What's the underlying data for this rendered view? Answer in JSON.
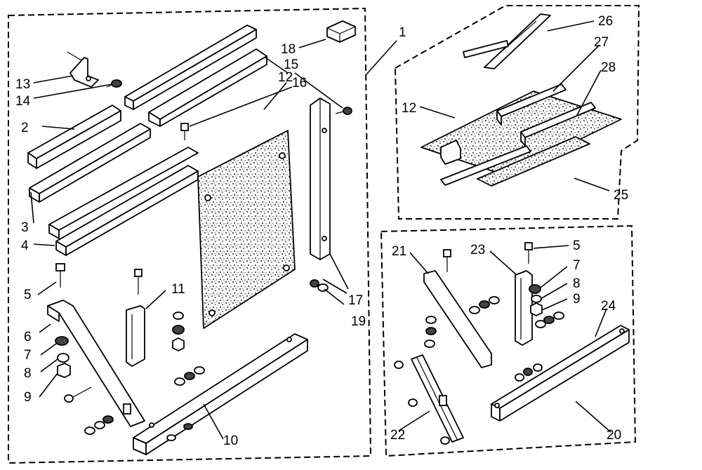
{
  "callouts": {
    "c1": "1",
    "c2": "2",
    "c3": "3",
    "c4": "4",
    "c5a": "5",
    "c6": "6",
    "c7a": "7",
    "c8a": "8",
    "c9a": "9",
    "c10": "10",
    "c11": "11",
    "c12a": "12",
    "c13": "13",
    "c14": "14",
    "c15": "15",
    "c16": "16",
    "c17": "17",
    "c18": "18",
    "c19": "19",
    "c12b": "12",
    "c25": "25",
    "c26": "26",
    "c27": "27",
    "c28": "28",
    "c20": "20",
    "c21": "21",
    "c22": "22",
    "c23": "23",
    "c24": "24",
    "c5b": "5",
    "c7b": "7",
    "c8b": "8",
    "c9b": "9"
  }
}
